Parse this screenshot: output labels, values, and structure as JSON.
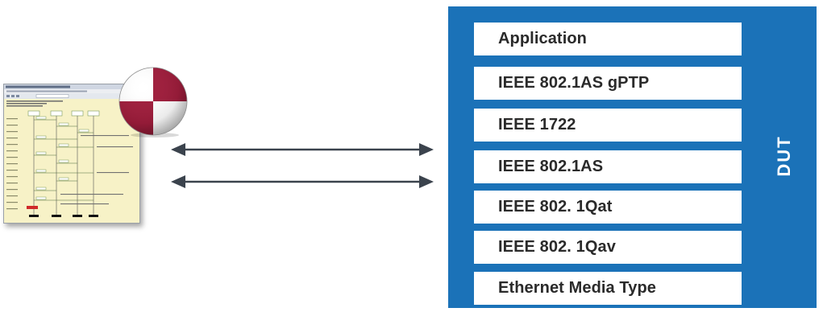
{
  "dut": {
    "label": "DUT",
    "background_color": "#1b72b8",
    "layers": [
      {
        "label": "Application"
      },
      {
        "label": "IEEE 802.1AS gPTP"
      },
      {
        "label": "IEEE 1722"
      },
      {
        "label": "IEEE 802.1AS"
      },
      {
        "label": "IEEE 802. 1Qat"
      },
      {
        "label": "IEEE 802. 1Qav"
      },
      {
        "label": "Ethernet Media Type"
      }
    ]
  },
  "tester": {
    "logo_colors": [
      "#a01d3c",
      "#ffffff"
    ],
    "icon": "test-tool-screen-icon"
  },
  "arrows": {
    "count": 2,
    "direction": "bidirectional",
    "color": "#3b434d"
  }
}
